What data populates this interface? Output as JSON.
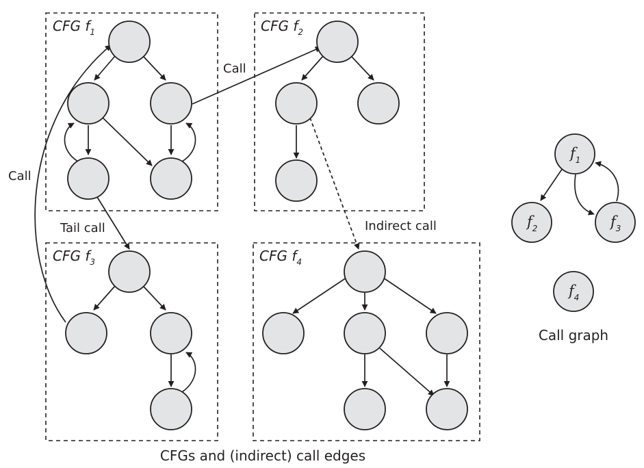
{
  "cfgs": [
    {
      "label": "CFG ",
      "func": "f",
      "sub": "1"
    },
    {
      "label": "CFG ",
      "func": "f",
      "sub": "2"
    },
    {
      "label": "CFG ",
      "func": "f",
      "sub": "3"
    },
    {
      "label": "CFG ",
      "func": "f",
      "sub": "4"
    }
  ],
  "edge_labels": {
    "call_top": "Call",
    "call_left": "Call",
    "tail_call": "Tail call",
    "indirect_call": "Indirect call"
  },
  "call_graph": {
    "nodes": [
      {
        "func": "f",
        "sub": "1"
      },
      {
        "func": "f",
        "sub": "2"
      },
      {
        "func": "f",
        "sub": "3"
      },
      {
        "func": "f",
        "sub": "4"
      }
    ],
    "caption": "Call graph"
  },
  "caption": "CFGs and (indirect) call edges"
}
